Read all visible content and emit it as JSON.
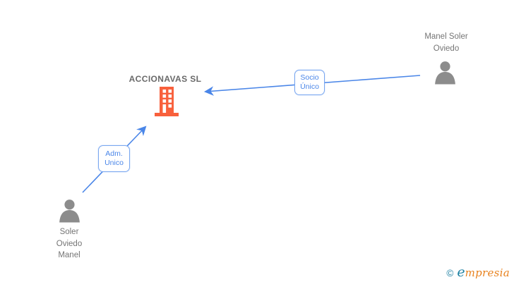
{
  "company": {
    "name": "ACCIONAVAS SL",
    "icon": "building-icon",
    "color": "#F8603C"
  },
  "people": [
    {
      "name": "Manel Soler Oviedo",
      "lines": [
        "Manel Soler",
        "Oviedo"
      ],
      "icon": "person-icon"
    },
    {
      "name": "Soler Oviedo Manel",
      "lines": [
        "Soler",
        "Oviedo",
        "Manel"
      ],
      "icon": "person-icon"
    }
  ],
  "relations": [
    {
      "from": "Manel Soler Oviedo",
      "to": "ACCIONAVAS SL",
      "type": "Socio Único",
      "lines": [
        "Socio",
        "Único"
      ]
    },
    {
      "from": "Soler Oviedo Manel",
      "to": "ACCIONAVAS SL",
      "type": "Adm. Unico",
      "lines": [
        "Adm.",
        "Unico"
      ]
    }
  ],
  "colors": {
    "edge_blue": "#4a86e8",
    "box_border_blue": "#7aa7f0",
    "building_orange": "#F8603C",
    "person_gray": "#8C8C8C",
    "label_gray": "#757575",
    "company_title_gray": "#696969",
    "brand_teal": "#1E81A2",
    "brand_orange": "#E8821E"
  },
  "watermark": {
    "copyright": "©",
    "brand_first_letter": "e",
    "brand_rest": "mpresia"
  }
}
